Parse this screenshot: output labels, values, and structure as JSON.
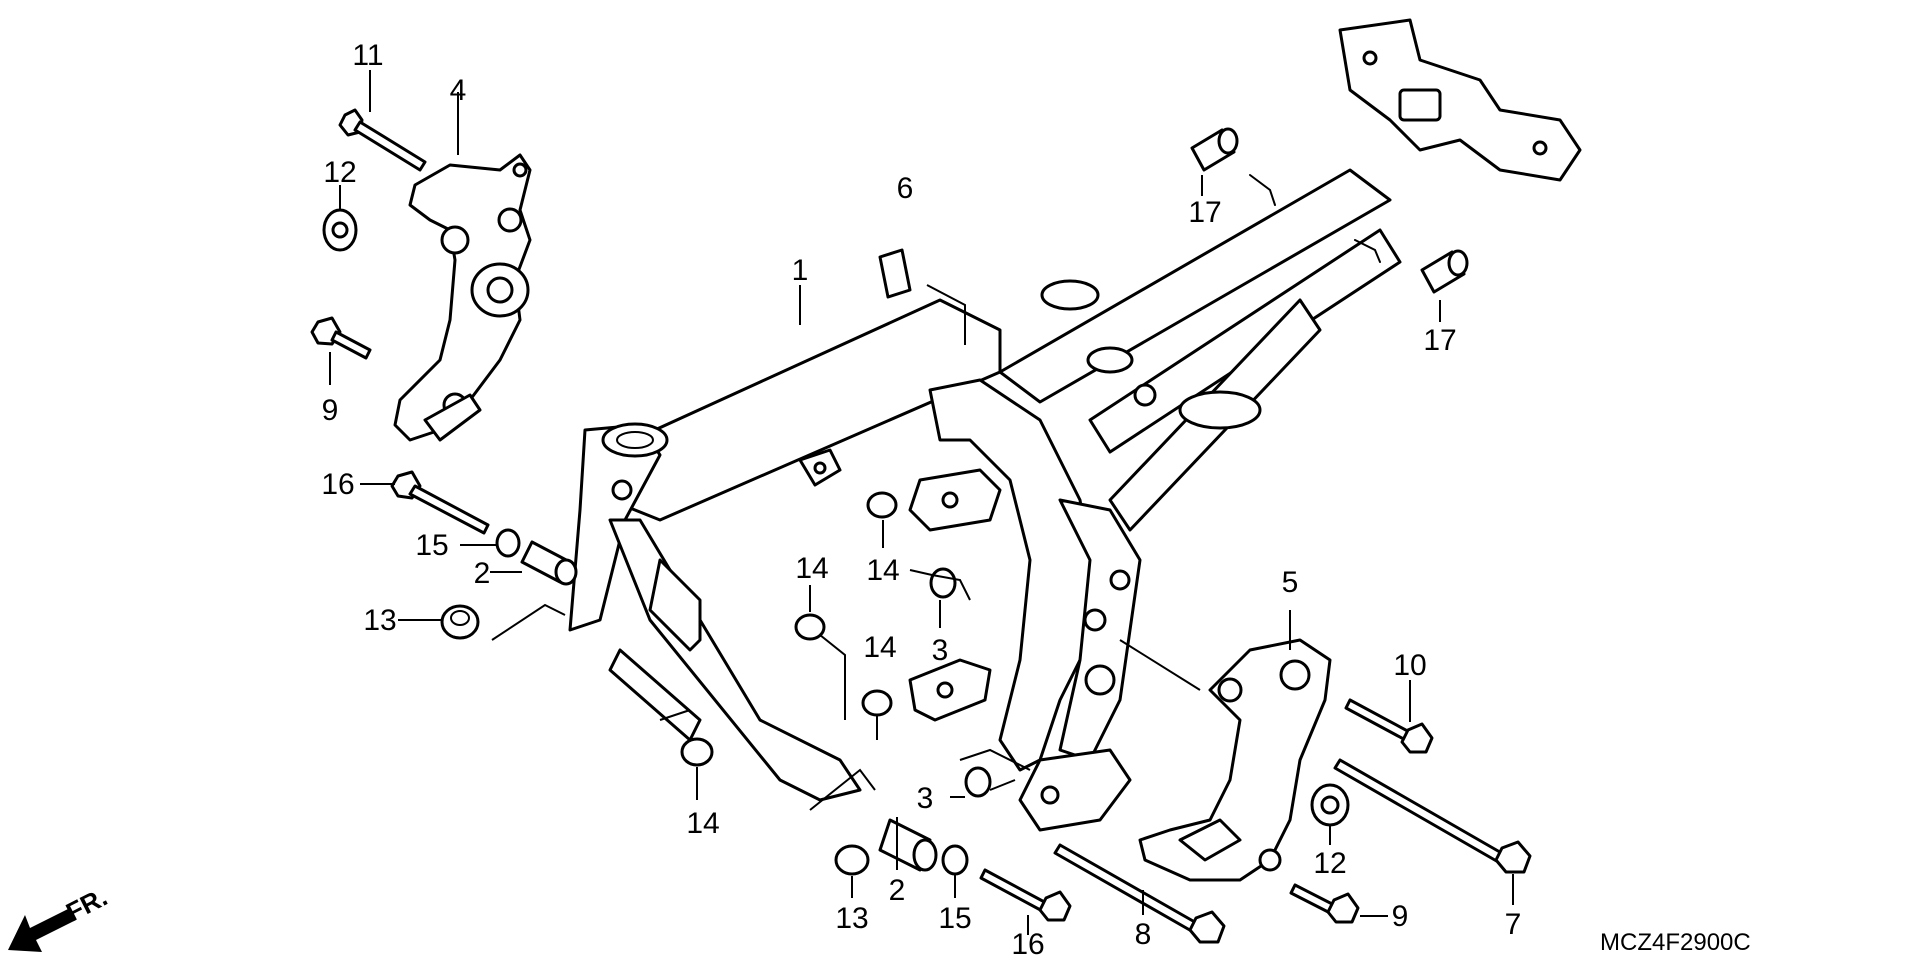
{
  "diagram": {
    "code": "MCZ4F2900C",
    "direction_label": "FR.",
    "labels": {
      "p1": "1",
      "p2a": "2",
      "p2b": "2",
      "p3a": "3",
      "p3b": "3",
      "p4": "4",
      "p5": "5",
      "p6": "6",
      "p7": "7",
      "p8": "8",
      "p9a": "9",
      "p9b": "9",
      "p10": "10",
      "p11": "11",
      "p12a": "12",
      "p12b": "12",
      "p13a": "13",
      "p13b": "13",
      "p14a": "14",
      "p14b": "14",
      "p14c": "14",
      "p14d": "14",
      "p15a": "15",
      "p15b": "15",
      "p16a": "16",
      "p16b": "16",
      "p17a": "17",
      "p17b": "17"
    }
  }
}
